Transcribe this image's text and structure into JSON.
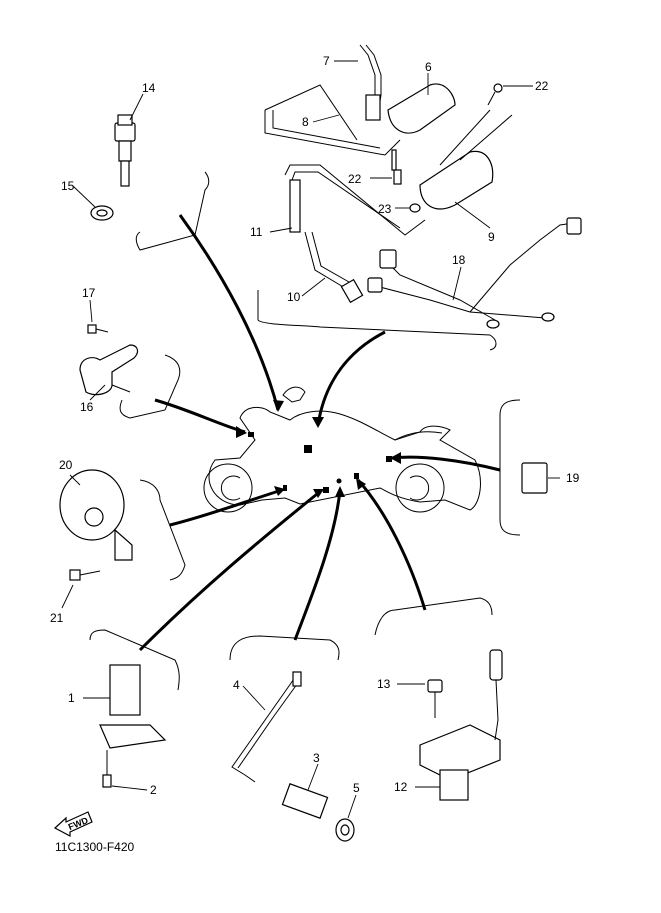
{
  "diagram": {
    "title_code": "11C1300-F420",
    "fwd_label": "FWD",
    "callouts": [
      {
        "id": "1",
        "label": "1"
      },
      {
        "id": "2",
        "label": "2"
      },
      {
        "id": "3",
        "label": "3"
      },
      {
        "id": "4",
        "label": "4"
      },
      {
        "id": "5",
        "label": "5"
      },
      {
        "id": "6",
        "label": "6"
      },
      {
        "id": "7",
        "label": "7"
      },
      {
        "id": "8",
        "label": "8"
      },
      {
        "id": "9",
        "label": "9"
      },
      {
        "id": "10",
        "label": "10"
      },
      {
        "id": "11",
        "label": "11"
      },
      {
        "id": "12",
        "label": "12"
      },
      {
        "id": "13",
        "label": "13"
      },
      {
        "id": "14",
        "label": "14"
      },
      {
        "id": "15",
        "label": "15"
      },
      {
        "id": "16",
        "label": "16"
      },
      {
        "id": "17",
        "label": "17"
      },
      {
        "id": "18",
        "label": "18"
      },
      {
        "id": "19",
        "label": "19"
      },
      {
        "id": "20",
        "label": "20"
      },
      {
        "id": "21",
        "label": "21"
      },
      {
        "id": "22a",
        "label": "22"
      },
      {
        "id": "22b",
        "label": "22"
      },
      {
        "id": "23",
        "label": "23"
      }
    ]
  }
}
